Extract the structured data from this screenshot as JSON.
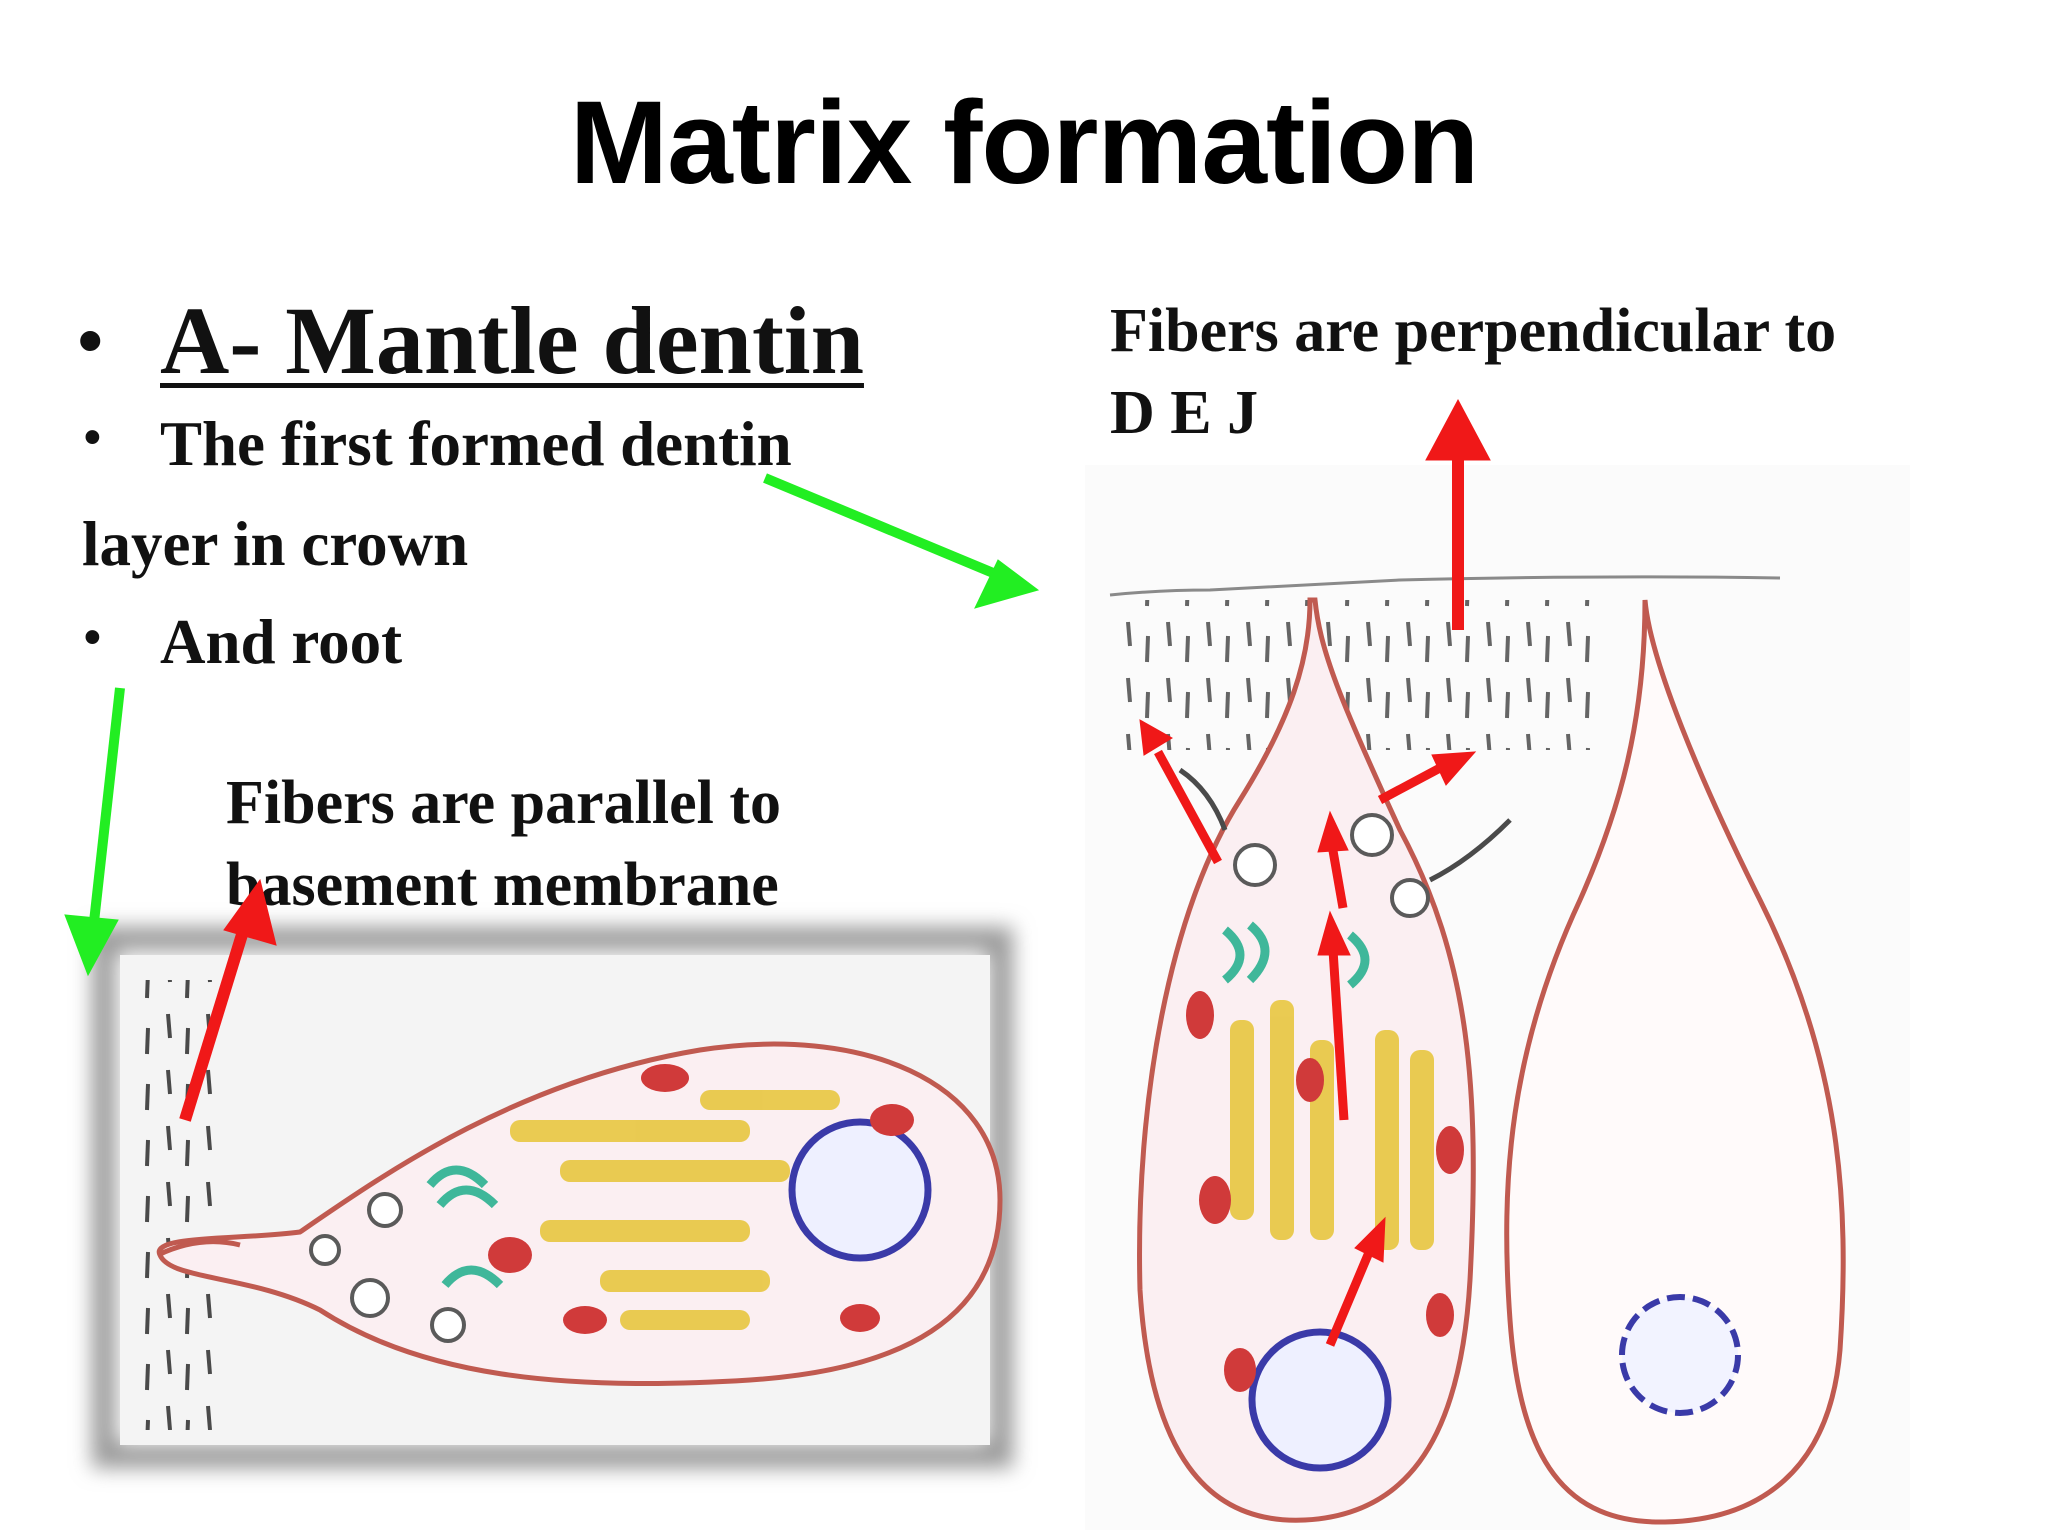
{
  "title": "Matrix formation",
  "bullets": {
    "heading": "A- Mantle dentin",
    "line1": "The first formed dentin",
    "line2": "layer in crown",
    "line3": "And root"
  },
  "annotations": {
    "parallel_line1": "Fibers are parallel to",
    "parallel_line2": "basement membrane",
    "perpendicular_line1": "Fibers are perpendicular to",
    "perpendicular_line2": "D E J"
  },
  "colors": {
    "arrow_red": "#f01818",
    "arrow_green": "#22ee22",
    "cell_outline": "#c05a50",
    "fibers": "#4a4a4a",
    "mitochondria": "#d03a3a",
    "golgi": "#3fb79a",
    "rough_er": "#e8c640",
    "nucleus": "#3a3aa8"
  }
}
